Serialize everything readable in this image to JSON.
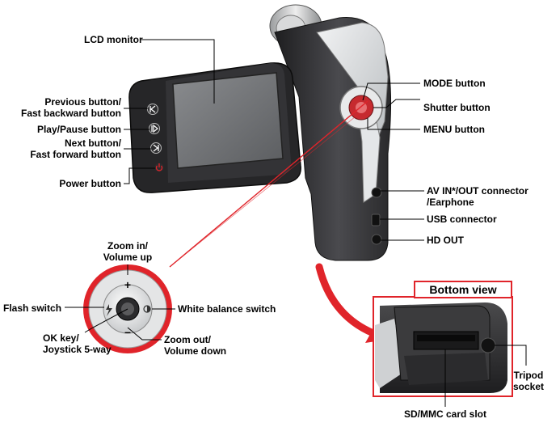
{
  "labels": {
    "lcd_monitor": "LCD monitor",
    "previous_button_1": "Previous button/",
    "previous_button_2": "Fast backward button",
    "play_pause_button": "Play/Pause button",
    "next_button_1": "Next button/",
    "next_button_2": "Fast forward button",
    "power_button": "Power button",
    "mode_button": "MODE button",
    "shutter_button": "Shutter button",
    "menu_button": "MENU button",
    "av_connector_1": "AV IN*/OUT connector",
    "av_connector_2": "/Earphone",
    "usb_connector": "USB connector",
    "hd_out": "HD OUT",
    "zoom_in_1": "Zoom in/",
    "zoom_in_2": "Volume up",
    "flash_switch": "Flash switch",
    "white_balance_switch": "White balance switch",
    "ok_key_1": "OK key/",
    "ok_key_2": "Joystick 5-way",
    "zoom_out_1": "Zoom out/",
    "zoom_out_2": "Volume down",
    "bottom_view": "Bottom view",
    "tripod_socket_1": "Tripod",
    "tripod_socket_2": "socket",
    "sd_card_slot": "SD/MMC card slot"
  },
  "joystick_symbols": {
    "plus": "+",
    "minus": "–"
  },
  "colors": {
    "accent_red": "#e0242a",
    "body_dark": "#3a3a3c",
    "body_silver": "#cfd2d4"
  }
}
